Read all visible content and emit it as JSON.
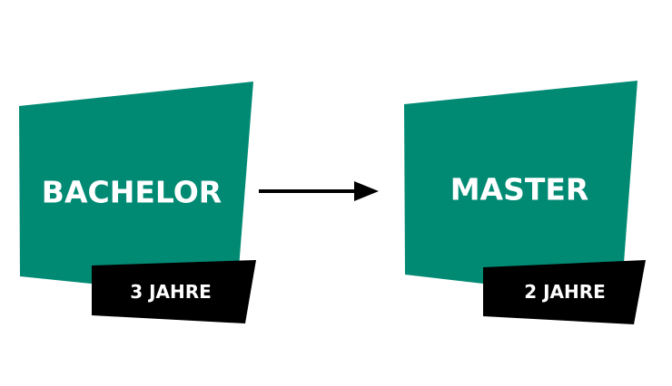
{
  "colors": {
    "green": "#008a73",
    "black": "#000000",
    "text": "#ffffff"
  },
  "bachelor": {
    "title": "BACHELOR",
    "duration": "3 JAHRE"
  },
  "master": {
    "title": "MASTER",
    "duration": "2 JAHRE"
  },
  "connector": {
    "icon": "arrow-right-icon"
  }
}
